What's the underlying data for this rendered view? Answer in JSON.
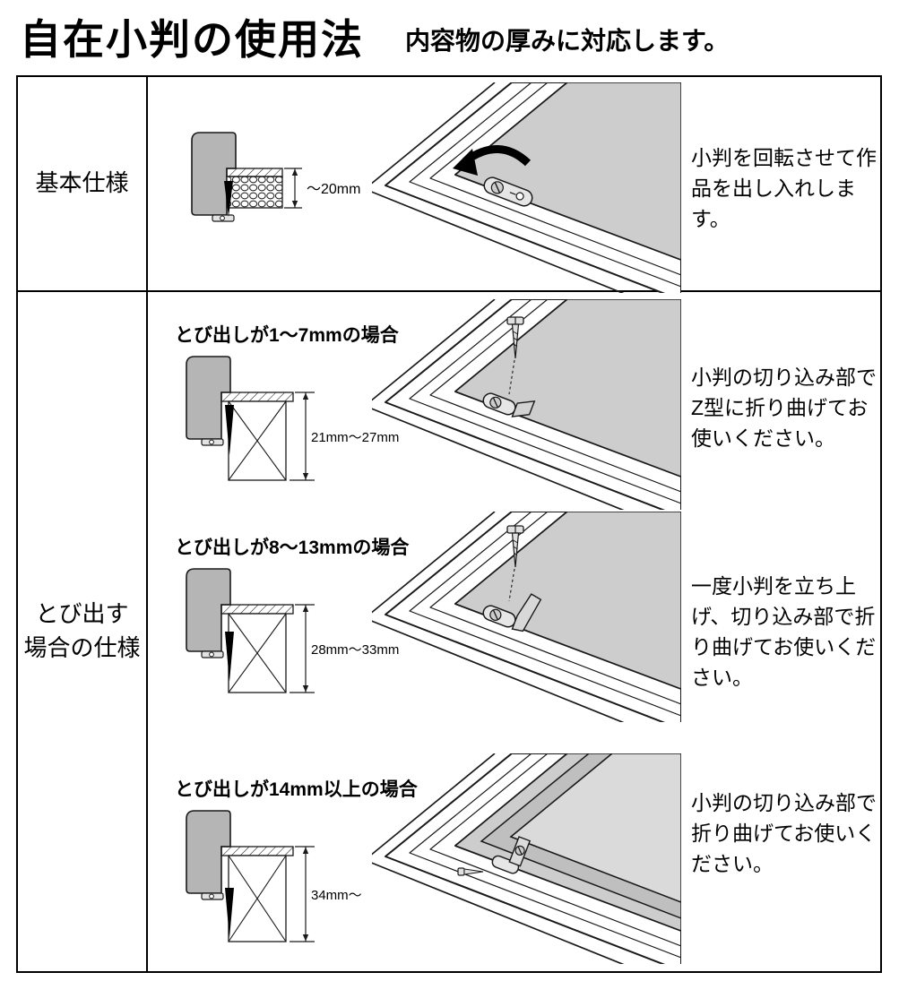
{
  "page": {
    "title": "自在小判の使用法",
    "subtitle": "内容物の厚みに対応します。"
  },
  "table": {
    "rows": [
      {
        "label_lines": [
          "基本仕様"
        ],
        "sections": [
          {
            "dimension_label": "〜20mm",
            "description": "小判を回転させて作品を出し入れします。"
          }
        ]
      },
      {
        "label_lines": [
          "とび出す",
          "場合の仕様"
        ],
        "sections": [
          {
            "heading": "とび出しが1〜7mmの場合",
            "dimension_label": "21mm〜27mm",
            "description": "小判の切り込み部でZ型に折り曲げてお使いください。"
          },
          {
            "heading": "とび出しが8〜13mmの場合",
            "dimension_label": "28mm〜33mm",
            "description": "一度小判を立ち上げ、切り込み部で折り曲げてお使いください。"
          },
          {
            "heading": "とび出しが14mm以上の場合",
            "dimension_label": "34mm〜",
            "description": "小判の切り込み部で折り曲げてお使いください。"
          }
        ]
      }
    ]
  },
  "colors": {
    "line": "#1a1a1a",
    "moulding_gray": "#b5b5b5",
    "panel_gray": "#cdcdcd"
  }
}
